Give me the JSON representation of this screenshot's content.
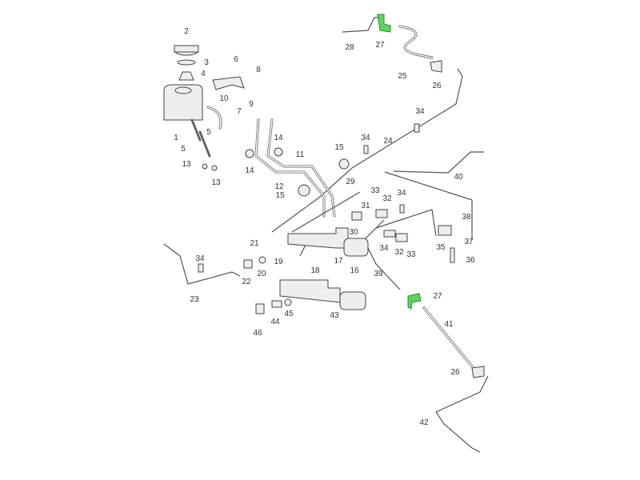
{
  "diagram": {
    "title": "Brake master cylinder and lines exploded view",
    "highlight_color": "#5fd35f",
    "labels": [
      "2",
      "3",
      "4",
      "6",
      "8",
      "9",
      "7",
      "10",
      "1",
      "5",
      "5",
      "13",
      "13",
      "28",
      "27",
      "25",
      "26",
      "34",
      "24",
      "14",
      "14",
      "15",
      "11",
      "12",
      "15",
      "34",
      "40",
      "29",
      "33",
      "32",
      "34",
      "31",
      "38",
      "30",
      "21",
      "19",
      "18",
      "17",
      "16",
      "37",
      "35",
      "36",
      "34",
      "39",
      "32",
      "33",
      "34",
      "22",
      "20",
      "23",
      "43",
      "44",
      "45",
      "46",
      "27",
      "41",
      "26",
      "42"
    ]
  }
}
